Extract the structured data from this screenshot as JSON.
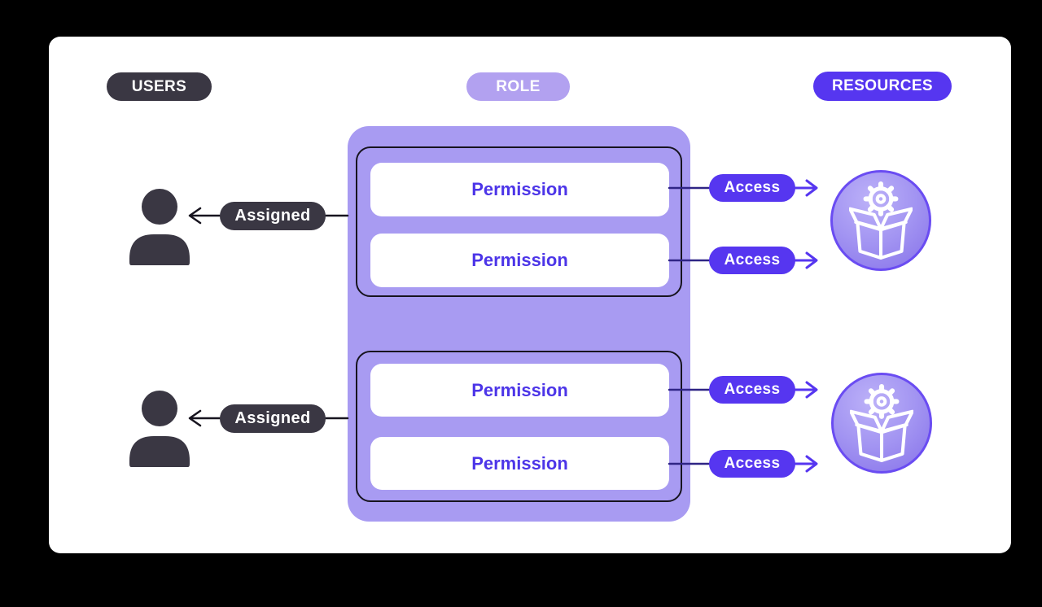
{
  "legend": {
    "users": "USERS",
    "role": "ROLE",
    "resources": "RESOURCES"
  },
  "labels": {
    "assigned": "Assigned",
    "access": "Access"
  },
  "role": {
    "groups": [
      {
        "permissions": [
          "Permission",
          "Permission"
        ]
      },
      {
        "permissions": [
          "Permission",
          "Permission"
        ]
      }
    ]
  },
  "icons": {
    "user": "person-silhouette",
    "resource": "open-box-with-gear"
  },
  "colors": {
    "background": "#000000",
    "card": "#ffffff",
    "dark_pill": "#3a3743",
    "role_pill": "#b2a1f0",
    "role_container": "#a89bf2",
    "vivid_purple": "#5636f0",
    "permission_text": "#4c35e8",
    "access_line_dark": "#2f2585",
    "assigned_line": "#17141f",
    "resource_circle_border": "#6a4cf2"
  }
}
